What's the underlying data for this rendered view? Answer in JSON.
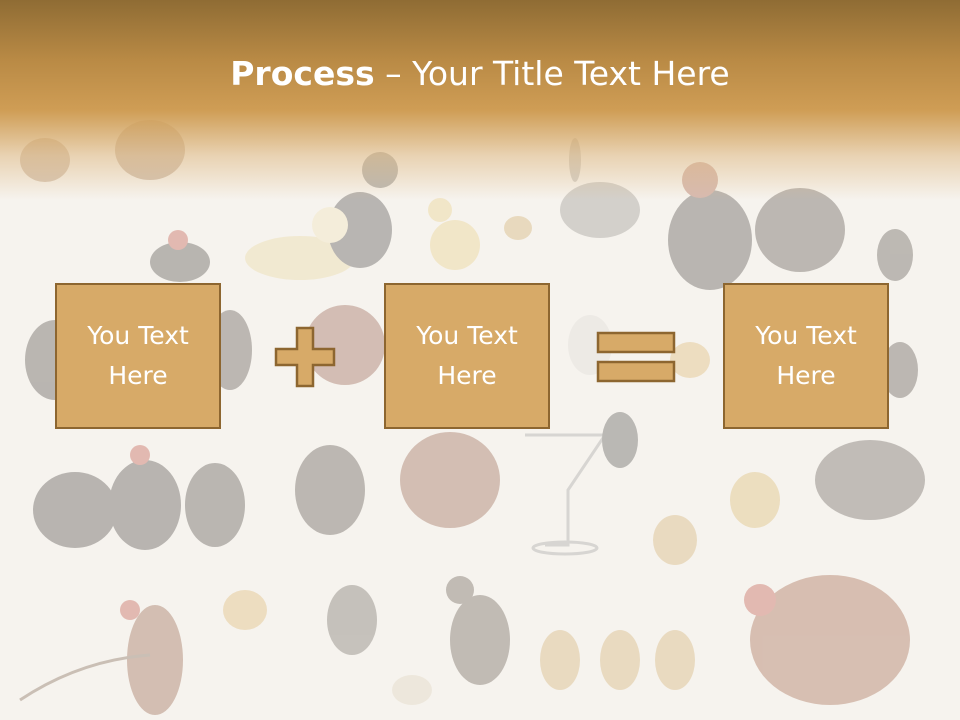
{
  "title": {
    "bold": "Process",
    "rest": " – Your Title Text Here"
  },
  "process_boxes": [
    {
      "text": "You Text Here"
    },
    {
      "text": "You Text Here"
    },
    {
      "text": "You Text Here"
    }
  ],
  "operators": [
    "plus",
    "equals"
  ],
  "colors": {
    "header_dark": "#8f6c34",
    "header_light": "#cf9d55",
    "box_fill": "#d7aa68",
    "box_border": "#8d6630",
    "text": "#ffffff",
    "background": "#f6f3ee"
  }
}
